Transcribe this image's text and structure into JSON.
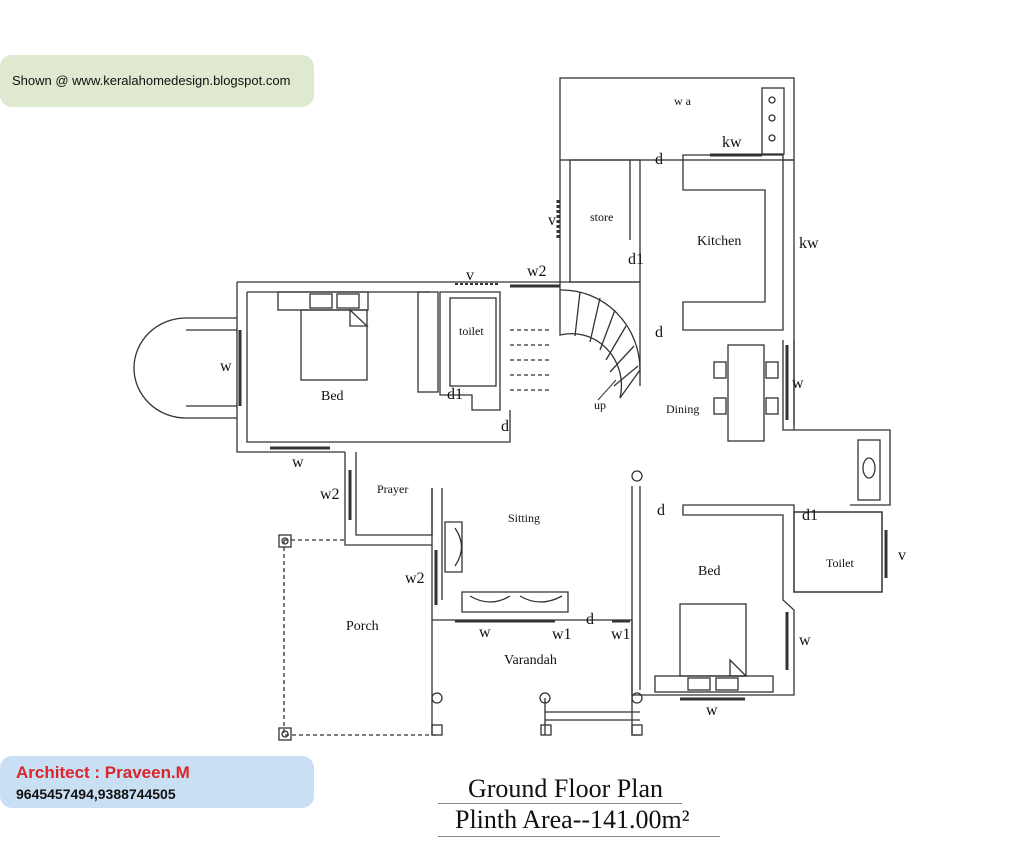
{
  "source": {
    "text": "Shown @  www.keralahomedesign.blogspot.com"
  },
  "architect": {
    "name": "Architect : Praveen.M",
    "phone": "9645457494,9388744505"
  },
  "plan": {
    "title": "Ground Floor Plan",
    "area": "Plinth  Area--141.00m²"
  },
  "rooms": {
    "work_area": "w  a",
    "store": "store",
    "kitchen": "Kitchen",
    "toilet_1": "toilet",
    "bed_1": "Bed",
    "dining": "Dining",
    "prayer": "Prayer",
    "sitting": "Sitting",
    "porch": "Porch",
    "varandah": "Varandah",
    "bed_2": "Bed",
    "toilet_2": "Toilet",
    "stair_up": "up"
  },
  "openings": {
    "kw_top": "kw",
    "kw_right": "kw",
    "d_kitchen_top": "d",
    "v_store": "v",
    "d1_store": "d1",
    "v_toilet": "v",
    "w2_top": "w2",
    "d_kitchen_bottom": "d",
    "w_bay": "w",
    "d1_toilet": "d1",
    "d_bed": "d",
    "w_dining": "w",
    "w_bed_bottom": "w",
    "w2_prayer": "w2",
    "d_bed2": "d",
    "d1_toilet2": "d1",
    "v_toilet2": "v",
    "w2_sitting": "w2",
    "d_varandah": "d",
    "w_varandah": "w",
    "w1_varandah": "w1",
    "w1_right": "w1",
    "w_bed2_right": "w",
    "w_bed2_bottom": "w"
  }
}
